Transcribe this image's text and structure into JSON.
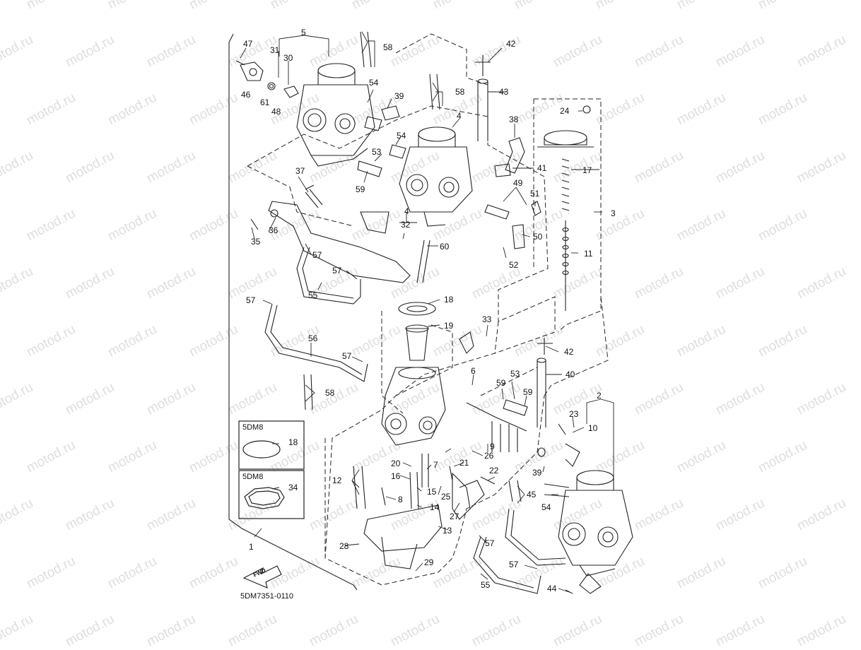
{
  "watermark": "motod.ru",
  "diagram_code": "5DM7351-0110",
  "fwd_label": "FWD",
  "inset_labels": [
    "5DM8",
    "5DM8"
  ],
  "callouts": [
    {
      "n": "1"
    },
    {
      "n": "2"
    },
    {
      "n": "3"
    },
    {
      "n": "4"
    },
    {
      "n": "4"
    },
    {
      "n": "5"
    },
    {
      "n": "6"
    },
    {
      "n": "7"
    },
    {
      "n": "8"
    },
    {
      "n": "9"
    },
    {
      "n": "10"
    },
    {
      "n": "11"
    },
    {
      "n": "12"
    },
    {
      "n": "13"
    },
    {
      "n": "14"
    },
    {
      "n": "15"
    },
    {
      "n": "16"
    },
    {
      "n": "17"
    },
    {
      "n": "18"
    },
    {
      "n": "18"
    },
    {
      "n": "19"
    },
    {
      "n": "20"
    },
    {
      "n": "21"
    },
    {
      "n": "22"
    },
    {
      "n": "23"
    },
    {
      "n": "24"
    },
    {
      "n": "25"
    },
    {
      "n": "26"
    },
    {
      "n": "27"
    },
    {
      "n": "28"
    },
    {
      "n": "29"
    },
    {
      "n": "30"
    },
    {
      "n": "31"
    },
    {
      "n": "32"
    },
    {
      "n": "33"
    },
    {
      "n": "34"
    },
    {
      "n": "35"
    },
    {
      "n": "36"
    },
    {
      "n": "37"
    },
    {
      "n": "38"
    },
    {
      "n": "39"
    },
    {
      "n": "39"
    },
    {
      "n": "40"
    },
    {
      "n": "41"
    },
    {
      "n": "42"
    },
    {
      "n": "42"
    },
    {
      "n": "43"
    },
    {
      "n": "44"
    },
    {
      "n": "45"
    },
    {
      "n": "46"
    },
    {
      "n": "47"
    },
    {
      "n": "48"
    },
    {
      "n": "49"
    },
    {
      "n": "50"
    },
    {
      "n": "51"
    },
    {
      "n": "52"
    },
    {
      "n": "53"
    },
    {
      "n": "53"
    },
    {
      "n": "54"
    },
    {
      "n": "54"
    },
    {
      "n": "54"
    },
    {
      "n": "55"
    },
    {
      "n": "55"
    },
    {
      "n": "56"
    },
    {
      "n": "57"
    },
    {
      "n": "57"
    },
    {
      "n": "57"
    },
    {
      "n": "57"
    },
    {
      "n": "57"
    },
    {
      "n": "57"
    },
    {
      "n": "58"
    },
    {
      "n": "58"
    },
    {
      "n": "58"
    },
    {
      "n": "59"
    },
    {
      "n": "59"
    },
    {
      "n": "59"
    },
    {
      "n": "60"
    },
    {
      "n": "61"
    }
  ]
}
